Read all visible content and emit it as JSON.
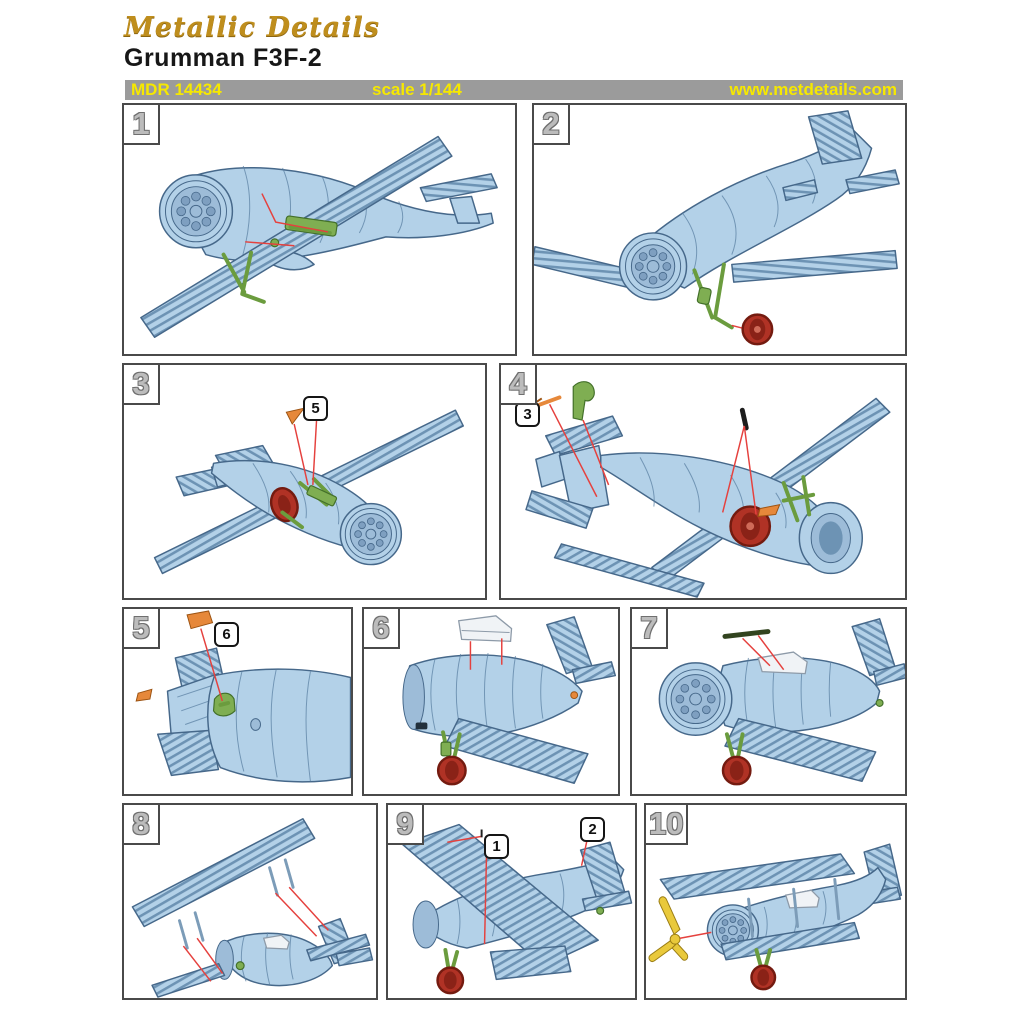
{
  "header": {
    "brand": "Metallic Details",
    "product_title": "Grumman F3F-2",
    "info_bar": {
      "product_code": "MDR 14434",
      "scale": "scale 1/144",
      "website": "www.metdetails.com"
    }
  },
  "colors": {
    "info_bar_background": "#9b9b9b",
    "accent_yellow_text": "#f6e800",
    "aircraft_blue": "#b3d1e8",
    "aircraft_outline": "#46688a",
    "photoetch_green": "#7fae52",
    "resin_orange": "#e6883a",
    "wheel_red": "#b03225",
    "propeller_yellow": "#e9c93b",
    "leader_line_red": "#e5413e",
    "step_number_gray": "#bcbcbc"
  },
  "steps": [
    {
      "number": "1",
      "callouts": []
    },
    {
      "number": "2",
      "callouts": []
    },
    {
      "number": "3",
      "callouts": [
        "5"
      ]
    },
    {
      "number": "4",
      "callouts": [
        "3"
      ]
    },
    {
      "number": "5",
      "callouts": [
        "6"
      ]
    },
    {
      "number": "6",
      "callouts": []
    },
    {
      "number": "7",
      "callouts": []
    },
    {
      "number": "8",
      "callouts": []
    },
    {
      "number": "9",
      "callouts": [
        "1",
        "2"
      ]
    },
    {
      "number": "10",
      "callouts": []
    }
  ]
}
